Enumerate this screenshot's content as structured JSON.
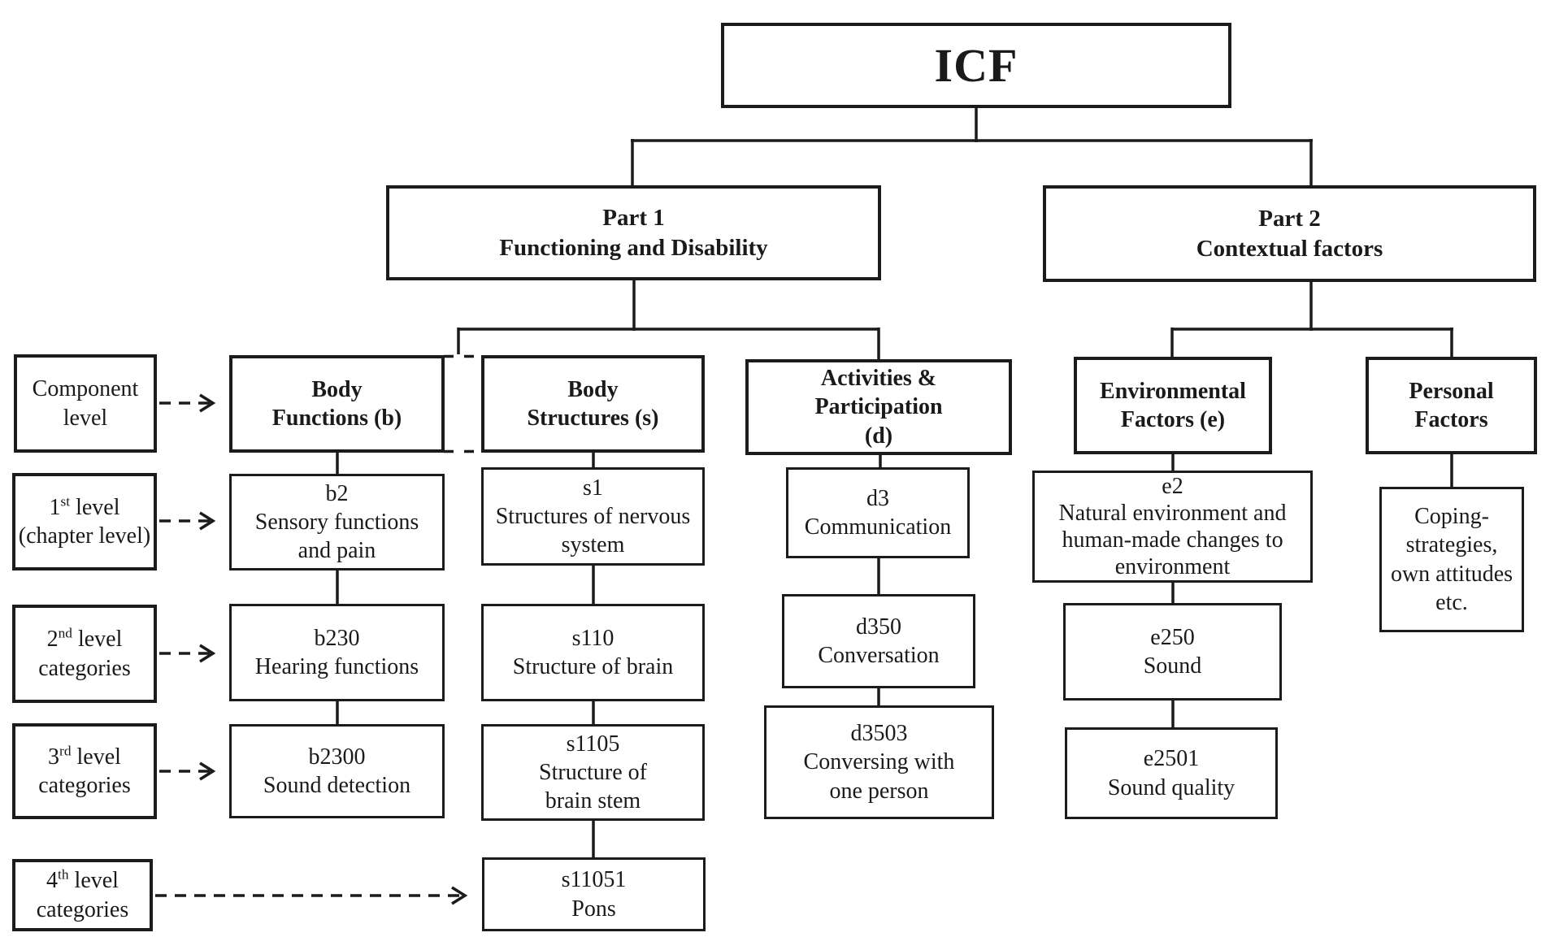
{
  "diagram": {
    "root": {
      "label": "ICF"
    },
    "part1": {
      "label": "Part 1\nFunctioning and Disability"
    },
    "part2": {
      "label": "Part 2\nContextual factors"
    },
    "components": {
      "body_functions": {
        "label": "Body\nFunctions (b)"
      },
      "body_structures": {
        "label": "Body\nStructures (s)"
      },
      "activities_participation": {
        "label": "Activities &\nParticipation\n(d)"
      },
      "environmental_factors": {
        "label": "Environmental\nFactors (e)"
      },
      "personal_factors": {
        "label": "Personal\nFactors"
      }
    },
    "b_column": {
      "level1": "b2\nSensory functions\nand pain",
      "level2": "b230\nHearing functions",
      "level3": "b2300\nSound detection"
    },
    "s_column": {
      "level1": "s1\nStructures of nervous\nsystem",
      "level2": "s110\nStructure of brain",
      "level3": "s1105\nStructure of\nbrain stem",
      "level4": "s11051\nPons"
    },
    "d_column": {
      "level1": "d3\nCommunication",
      "level2": "d350\nConversation",
      "level3": "d3503\nConversing with\none person"
    },
    "e_column": {
      "level1": "e2\nNatural environment and\nhuman-made changes to\nenvironment",
      "level2": "e250\nSound",
      "level3": "e2501\nSound quality"
    },
    "personal_column": {
      "level1": "Coping-\nstrategies,\nown attitudes\netc."
    },
    "level_labels": {
      "component": {
        "line1": "Component",
        "line2": "level"
      },
      "level1": {
        "num": "1",
        "sup": "st",
        "rest": " level",
        "line2": "(chapter level)"
      },
      "level2": {
        "num": "2",
        "sup": "nd",
        "rest": " level",
        "line2": "categories"
      },
      "level3": {
        "num": "3",
        "rd": "",
        "sup": "rd",
        "rest": " level",
        "line2": "categories"
      },
      "level4": {
        "num": "4",
        "sup": "th",
        "rest": " level",
        "line2": "categories"
      }
    },
    "colors": {
      "line": "#1b1b1b",
      "background": "#ffffff",
      "text": "#1a1a1a"
    }
  }
}
